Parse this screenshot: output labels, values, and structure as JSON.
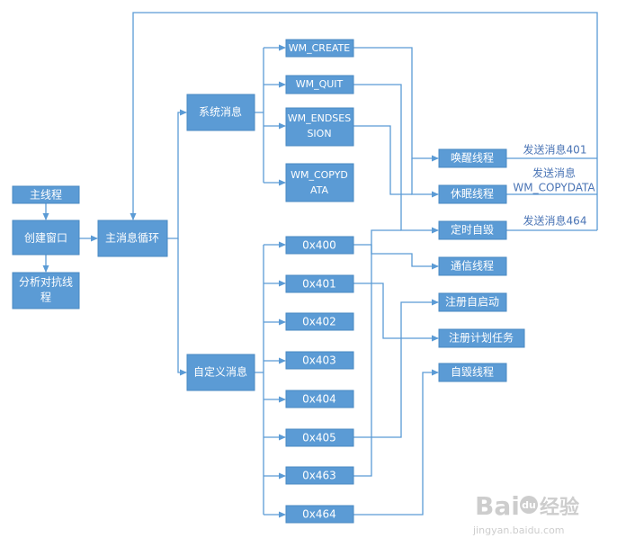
{
  "nodes": {
    "main_thread": "主线程",
    "create_window": "创建窗口",
    "anti_analysis": [
      "分析对抗线",
      "程"
    ],
    "main_loop": "主消息循环",
    "system_msg": "系统消息",
    "custom_msg": "自定义消息",
    "wm_create": "WM_CREATE",
    "wm_quit": "WM_QUIT",
    "wm_endsession": [
      "WM_ENDSES",
      "SION"
    ],
    "wm_copydata": [
      "WM_COPYD",
      "ATA"
    ],
    "m400": "0x400",
    "m401": "0x401",
    "m402": "0x402",
    "m403": "0x403",
    "m404": "0x404",
    "m405": "0x405",
    "m463": "0x463",
    "m464": "0x464",
    "wake_thread": "唤醒线程",
    "sleep_thread": "休眠线程",
    "timed_destroy": "定时自毁",
    "comm_thread": "通信线程",
    "reg_autostart": "注册自启动",
    "reg_schtask": "注册计划任务",
    "self_destroy": "自毁线程"
  },
  "notes": {
    "send_401": "发送消息401",
    "send_copydata": [
      "发送消息",
      "WM_COPYDATA"
    ],
    "send_464": "发送消息464"
  },
  "watermark": {
    "brand": "Bai",
    "paw": "du",
    "cn": "经验",
    "url": "jingyan.baidu.com"
  },
  "colors": {
    "node_fill": "#5b9bd5",
    "edge": "#5b9bd5",
    "note_text": "#4a74b5"
  }
}
